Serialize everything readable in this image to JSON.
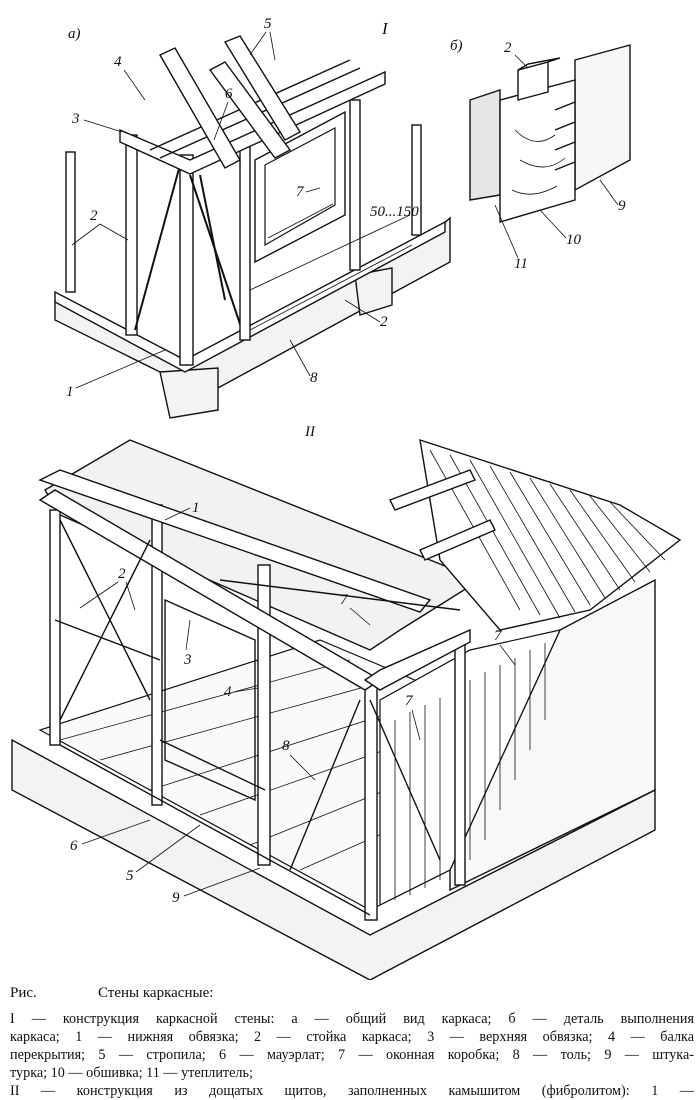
{
  "figure": {
    "part_a_letter": "а)",
    "part_b_letter": "б)",
    "roman_1": "I",
    "roman_2": "II",
    "dimension": "50...150",
    "callouts_a": [
      "1",
      "2",
      "2",
      "3",
      "4",
      "5",
      "6",
      "7",
      "8"
    ],
    "callouts_b": [
      "2",
      "9",
      "10",
      "11"
    ],
    "callouts_ii": [
      "1",
      "2",
      "3",
      "4",
      "5",
      "6",
      "7",
      "7",
      "7",
      "8",
      "9"
    ]
  },
  "caption": {
    "ris": "Рис.",
    "title": "Стены каркасные:",
    "lines": [
      "I — конструкция каркасной стены: а — общий вид каркаса; б — деталь выполнения",
      "каркаса; 1 — нижняя обвязка; 2 — стойка каркаса; 3 — верхняя обвязка; 4 — балка",
      "перекрытия; 5 — стропила; 6 — мауэрлат; 7 — оконная коробка; 8 — толь; 9 — штука-",
      "турка; 10 — обшивка; 11 — утеплитель;",
      "II — конструкция из дощатых щитов, заполненных камышитом (фибролитом): 1 —"
    ]
  }
}
